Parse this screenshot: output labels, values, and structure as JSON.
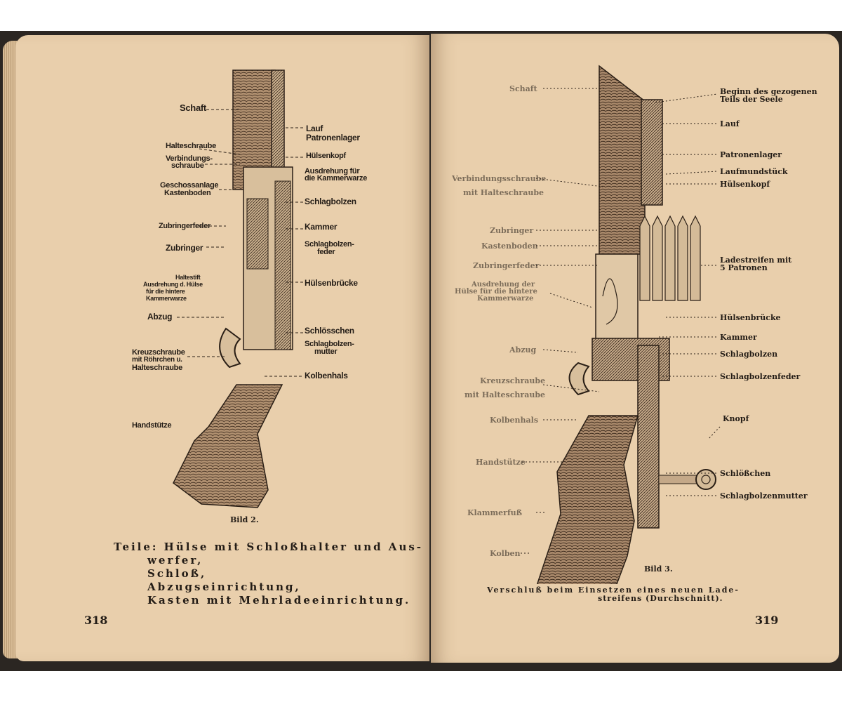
{
  "left_page": {
    "figure_caption": "Bild 2.",
    "labels": {
      "schaft": "Schaft",
      "lauf": "Lauf",
      "patronenlager": "Patronenlager",
      "halteschraube": "Halteschraube",
      "huelsenkopf": "Hülsenkopf",
      "verbindungsschraube_1": "Verbindungs-",
      "verbindungsschraube_2": "schraube",
      "ausdrehung_1": "Ausdrehung für",
      "ausdrehung_2": "die Kammerwarze",
      "geschossanlage": "Geschossanlage",
      "kastenboden": "Kastenboden",
      "schlagbolzen": "Schlagbolzen",
      "zubringerfeder": "Zubringerfeder",
      "kammer": "Kammer",
      "zubringer": "Zubringer",
      "schlagbolzenfeder_1": "Schlagbolzen-",
      "schlagbolzenfeder_2": "feder",
      "haltestift": "Haltestift",
      "ausdrehung_huelse_1": "Ausdrehung d. Hülse",
      "ausdrehung_huelse_2": "für die hintere",
      "ausdrehung_huelse_3": "Kammerwarze",
      "huelsenbruecke": "Hülsenbrücke",
      "abzug": "Abzug",
      "schloesschen": "Schlösschen",
      "schlagbolzenmutter_1": "Schlagbolzen-",
      "schlagbolzenmutter_2": "mutter",
      "kreuzschraube_1": "Kreuzschraube",
      "kreuzschraube_2": "mit Röhrchen u.",
      "kreuzschraube_3": "Halteschraube",
      "kolbenhals": "Kolbenhals",
      "handstuetze": "Handstütze"
    },
    "text_lines": [
      "Teile: Hülse mit Schloßhalter und Aus-",
      "werfer,",
      "Schloß,",
      "Abzugseinrichtung,",
      "Kasten mit Mehrladeeinrichtung."
    ],
    "page_number": "318"
  },
  "right_page": {
    "figure_caption": "Bild 3.",
    "labels": {
      "schaft": "Schaft",
      "beginn_1": "Beginn des gezogenen",
      "beginn_2": "Teils der Seele",
      "lauf": "Lauf",
      "patronenlager": "Patronenlager",
      "verbindungsschraube": "Verbindungsschraube",
      "laufmundstueck": "Laufmundstück",
      "mit_halteschraube": "mit Halteschraube",
      "huelsenkopf": "Hülsenkopf",
      "zubringer": "Zubringer",
      "kastenboden": "Kastenboden",
      "ladestreifen_1": "Ladestreifen mit",
      "ladestreifen_2": "5 Patronen",
      "zubringerfeder": "Zubringerfeder",
      "ausdrehung_1": "Ausdrehung der",
      "ausdrehung_2": "Hülse für die hintere",
      "ausdrehung_3": "Kammerwarze",
      "huelsenbruecke": "Hülsenbrücke",
      "kammer": "Kammer",
      "abzug": "Abzug",
      "schlagbolzen": "Schlagbolzen",
      "schlagbolzenfeder": "Schlagbolzenfeder",
      "kreuzschraube": "Kreuzschraube",
      "mit_halteschraube_2": "mit Halteschraube",
      "kolbenhals": "Kolbenhals",
      "knopf": "Knopf",
      "handstuetze": "Handstütze",
      "schloesschen": "Schlößchen",
      "schlagbolzenmutter": "Schlagbolzenmutter",
      "klammerfuss": "Klammerfuß",
      "kolben": "Kolben"
    },
    "caption_lines": [
      "Verschluß beim Einsetzen eines neuen Lade-",
      "streifens (Durchschnitt)."
    ],
    "page_number": "319"
  }
}
